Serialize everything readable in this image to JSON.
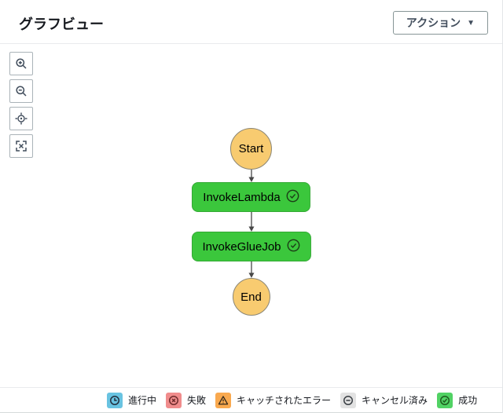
{
  "header": {
    "title": "グラフビュー",
    "action_button": {
      "label": "アクション",
      "caret": "▼"
    }
  },
  "toolbar": {
    "items": [
      {
        "icon": "zoom-in-icon"
      },
      {
        "icon": "zoom-out-icon"
      },
      {
        "icon": "center-view-icon"
      },
      {
        "icon": "fit-view-icon"
      }
    ]
  },
  "graph": {
    "nodes": [
      {
        "id": "start",
        "type": "start",
        "label": "Start"
      },
      {
        "id": "InvokeLambda",
        "type": "task",
        "label": "InvokeLambda",
        "status": "成功",
        "status_icon": "check-circle-icon"
      },
      {
        "id": "InvokeGlueJob",
        "type": "task",
        "label": "InvokeGlueJob",
        "status": "成功",
        "status_icon": "check-circle-icon"
      },
      {
        "id": "end",
        "type": "end",
        "label": "End"
      }
    ],
    "colors": {
      "task_succeeded": "#3bc73c",
      "terminal": "#f8cb70",
      "edge": "#474747",
      "status_icon": "#1c3d17"
    }
  },
  "legend": {
    "items": [
      {
        "label": "進行中",
        "icon": "clock-icon",
        "color": "#69c3e1"
      },
      {
        "label": "失敗",
        "icon": "x-circle-icon",
        "color": "#f08c8c"
      },
      {
        "label": "キャッチされたエラー",
        "icon": "warning-triangle-icon",
        "color": "#f9a94f"
      },
      {
        "label": "キャンセル済み",
        "icon": "minus-circle-icon",
        "color": "#e2e2e2"
      },
      {
        "label": "成功",
        "icon": "check-circle-icon",
        "color": "#51d264"
      }
    ]
  }
}
